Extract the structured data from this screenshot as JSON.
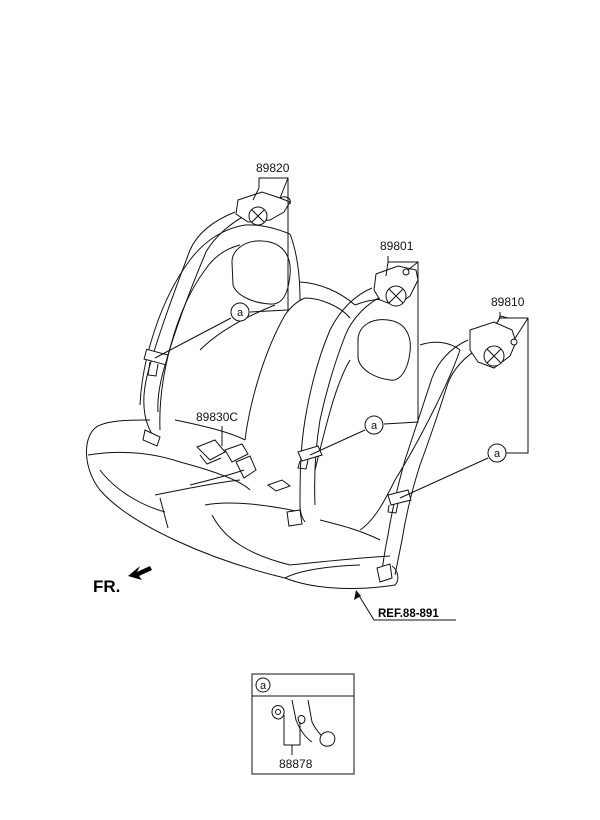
{
  "parts": {
    "p89820": "89820",
    "p89801": "89801",
    "p89810": "89810",
    "p89830c": "89830C",
    "p88878": "88878"
  },
  "callout_letter": "a",
  "front_label": "FR.",
  "reference_label": "REF.88-891"
}
